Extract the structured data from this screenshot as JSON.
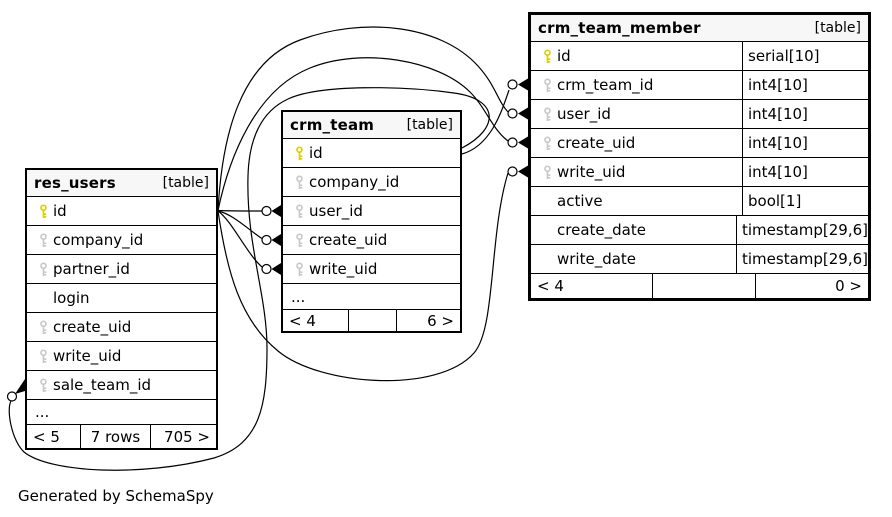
{
  "caption": "Generated by SchemaSpy",
  "colors": {
    "primary_key": "#d9d000",
    "foreign_key": "#c9c9c9",
    "header_bg": "#f7f7f7",
    "border": "#000000"
  },
  "tables": [
    {
      "name": "res_users",
      "tag": "[table]",
      "columns": [
        {
          "name": "id",
          "key": "primary"
        },
        {
          "name": "company_id",
          "key": "foreign"
        },
        {
          "name": "partner_id",
          "key": "foreign"
        },
        {
          "name": "login",
          "key": "none"
        },
        {
          "name": "create_uid",
          "key": "foreign"
        },
        {
          "name": "write_uid",
          "key": "foreign"
        },
        {
          "name": "sale_team_id",
          "key": "foreign"
        },
        {
          "name": "...",
          "key": "ellipsis"
        }
      ],
      "footer": {
        "left": "< 5",
        "center": "7 rows",
        "right": "705 >"
      }
    },
    {
      "name": "crm_team",
      "tag": "[table]",
      "columns": [
        {
          "name": "id",
          "key": "primary"
        },
        {
          "name": "company_id",
          "key": "foreign"
        },
        {
          "name": "user_id",
          "key": "foreign"
        },
        {
          "name": "create_uid",
          "key": "foreign"
        },
        {
          "name": "write_uid",
          "key": "foreign"
        },
        {
          "name": "...",
          "key": "ellipsis"
        }
      ],
      "footer": {
        "left": "< 4",
        "center": "",
        "right": "6 >"
      }
    },
    {
      "name": "crm_team_member",
      "tag": "[table]",
      "columns": [
        {
          "name": "id",
          "type": "serial[10]",
          "key": "primary"
        },
        {
          "name": "crm_team_id",
          "type": "int4[10]",
          "key": "foreign"
        },
        {
          "name": "user_id",
          "type": "int4[10]",
          "key": "foreign"
        },
        {
          "name": "create_uid",
          "type": "int4[10]",
          "key": "foreign"
        },
        {
          "name": "write_uid",
          "type": "int4[10]",
          "key": "foreign"
        },
        {
          "name": "active",
          "type": "bool[1]",
          "key": "none"
        },
        {
          "name": "create_date",
          "type": "timestamp[29,6]",
          "key": "none"
        },
        {
          "name": "write_date",
          "type": "timestamp[29,6]",
          "key": "none"
        }
      ],
      "footer": {
        "left": "< 4",
        "center": "",
        "right": "0 >"
      }
    }
  ],
  "relationships": [
    {
      "parent": "res_users.id",
      "child": "crm_team.user_id"
    },
    {
      "parent": "res_users.id",
      "child": "crm_team.create_uid"
    },
    {
      "parent": "res_users.id",
      "child": "crm_team.write_uid"
    },
    {
      "parent": "res_users.id",
      "child": "crm_team_member.user_id"
    },
    {
      "parent": "res_users.id",
      "child": "crm_team_member.create_uid"
    },
    {
      "parent": "res_users.id",
      "child": "crm_team_member.write_uid"
    },
    {
      "parent": "crm_team.id",
      "child": "crm_team_member.crm_team_id"
    },
    {
      "parent": "crm_team.id",
      "child": "res_users.sale_team_id"
    }
  ]
}
